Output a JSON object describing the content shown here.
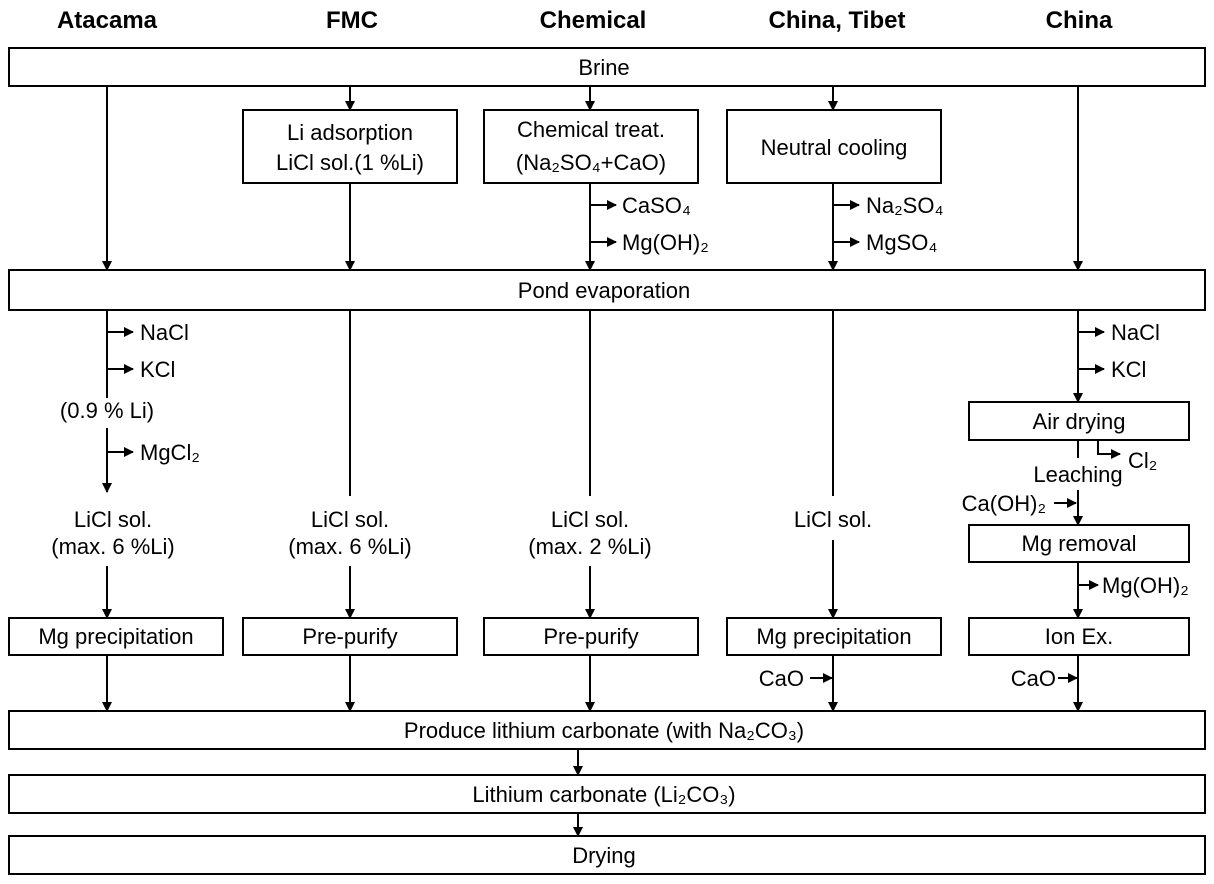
{
  "headers": {
    "atacama": "Atacama",
    "fmc": "FMC",
    "chemical": "Chemical",
    "china_tibet": "China, Tibet",
    "china": "China"
  },
  "shared_steps": {
    "brine": "Brine",
    "pond_evaporation": "Pond evaporation",
    "produce_lithium_carbonate": "Produce lithium carbonate (with Na₂CO₃)",
    "lithium_carbonate": "Lithium carbonate (Li₂CO₃)",
    "drying": "Drying"
  },
  "fmc": {
    "li_adsorption_line1": "Li adsorption",
    "li_adsorption_line2": "LiCl sol.(1 %Li)",
    "licl_line1": "LiCl sol.",
    "licl_line2": "(max. 6 %Li)",
    "pre_purify": "Pre-purify"
  },
  "chemical": {
    "treat_line1": "Chemical treat.",
    "treat_line2": "(Na₂SO₄+CaO)",
    "out_caso4": "CaSO₄",
    "out_mgoh2": "Mg(OH)₂",
    "licl_line1": "LiCl sol.",
    "licl_line2": "(max. 2 %Li)",
    "pre_purify": "Pre-purify"
  },
  "china_tibet": {
    "neutral_cooling": "Neutral cooling",
    "out_na2so4": "Na₂SO₄",
    "out_mgso4": "MgSO₄",
    "licl": "LiCl sol.",
    "mg_precipitation": "Mg precipitation",
    "in_cao": "CaO"
  },
  "atacama": {
    "out_nacl": "NaCl",
    "out_kcl": "KCl",
    "concentration": "(0.9 % Li)",
    "out_mgcl2": "MgCl₂",
    "licl_line1": "LiCl sol.",
    "licl_line2": "(max. 6 %Li)",
    "mg_precipitation": "Mg precipitation"
  },
  "china": {
    "out_nacl": "NaCl",
    "out_kcl": "KCl",
    "air_drying": "Air drying",
    "out_cl2": "Cl₂",
    "leaching": "Leaching",
    "in_caoh2": "Ca(OH)₂",
    "mg_removal": "Mg removal",
    "out_mgoh2": "Mg(OH)₂",
    "ion_ex": "Ion Ex.",
    "in_cao": "CaO"
  }
}
